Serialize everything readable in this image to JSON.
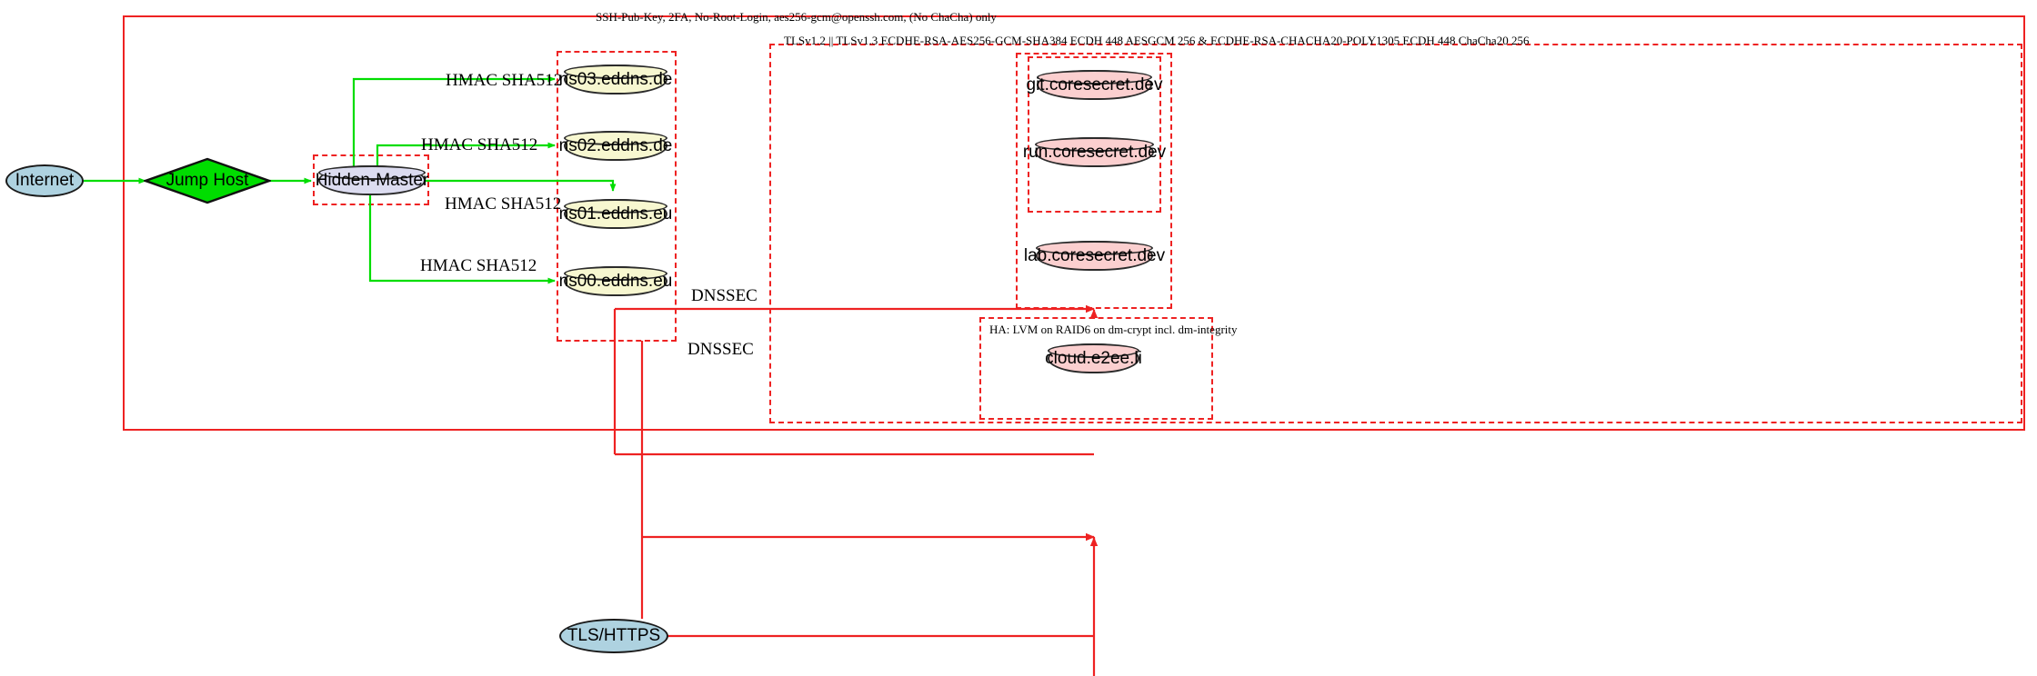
{
  "diagram": {
    "title_label": "SSH-Pub-Key, 2FA, No-Root-Login, aes256-gcm@openssh.com, (No ChaCha) only",
    "tls_label": "TLSv1.2 || TLSv1.3 ECDHE-RSA-AES256-GCM-SHA384 ECDH 448 AESGCM 256 & ECDHE-RSA-CHACHA20-POLY1305 ECDH 448 ChaCha20 256",
    "ha_label": "HA: LVM on RAID6 on dm-crypt incl. dm-integrity"
  },
  "colors": {
    "boundary": "#ee2222",
    "secure_edge": "#00dd00",
    "tls_edge": "#ee2222",
    "dns_node_fill": "#f7f7d0",
    "master_node_fill": "#dcdcf0",
    "service_node_fill": "#fbcfcf",
    "endpoint_fill": "#aed2e0",
    "jumphost_fill": "#00dd00"
  },
  "nodes": {
    "internet": {
      "label": "Internet",
      "shape": "ellipse"
    },
    "jumphost": {
      "label": "Jump Host",
      "shape": "diamond"
    },
    "hidden_master": {
      "label": "Hidden-Master",
      "shape": "cylinder"
    },
    "ns03": {
      "label": "ns03.eddns.de",
      "shape": "cylinder"
    },
    "ns02": {
      "label": "ns02.eddns.de",
      "shape": "cylinder"
    },
    "ns01": {
      "label": "ns01.eddns.eu",
      "shape": "cylinder"
    },
    "ns00": {
      "label": "ns00.eddns.eu",
      "shape": "cylinder"
    },
    "git": {
      "label": "git.coresecret.dev",
      "shape": "cylinder"
    },
    "run": {
      "label": "run.coresecret.dev",
      "shape": "cylinder"
    },
    "lab": {
      "label": "lab.coresecret.dev",
      "shape": "cylinder"
    },
    "cloud": {
      "label": "cloud.e2ee.li",
      "shape": "cylinder"
    },
    "tls_https": {
      "label": "TLS/HTTPS",
      "shape": "ellipse"
    }
  },
  "edges": {
    "hmac_ns03": "HMAC SHA512",
    "hmac_ns02": "HMAC SHA512",
    "hmac_ns01": "HMAC SHA512",
    "hmac_ns00": "HMAC SHA512",
    "dnssec_upper": "DNSSEC",
    "dnssec_lower": "DNSSEC"
  }
}
